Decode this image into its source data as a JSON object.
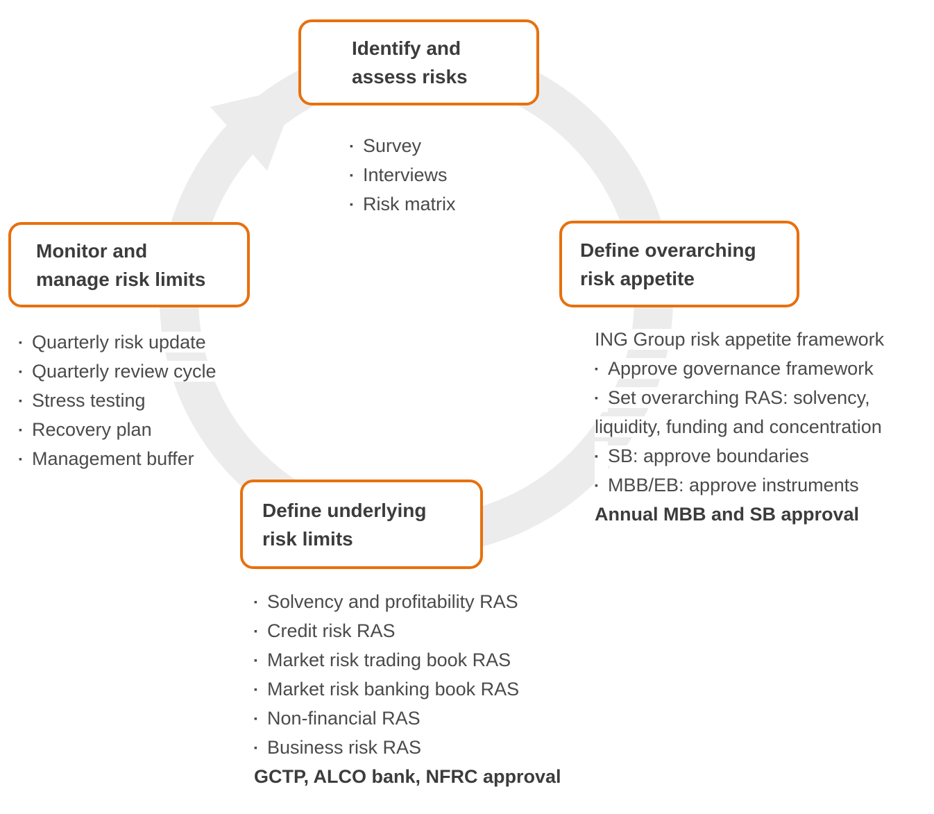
{
  "colors": {
    "accent": "#e7700e",
    "title": "#3c3c3c",
    "body": "#4a4a4a",
    "ring": "#ececec",
    "box_bg": "#ffffff"
  },
  "bullet_char": "▪",
  "sections": {
    "identify": {
      "title_lines": [
        "Identify and",
        "assess risks"
      ],
      "items": [
        {
          "text": "Survey",
          "bullet": true
        },
        {
          "text": "Interviews",
          "bullet": true
        },
        {
          "text": "Risk matrix",
          "bullet": true
        }
      ]
    },
    "overarching": {
      "title_lines": [
        "Define overarching",
        "risk appetite"
      ],
      "items": [
        {
          "text": "ING Group risk appetite framework",
          "bullet": false
        },
        {
          "text": "Approve governance framework",
          "bullet": true
        },
        {
          "text": "Set overarching RAS: solvency,",
          "bullet": true
        },
        {
          "text": "liquidity, funding and concentration",
          "bullet": false
        },
        {
          "text": "SB: approve boundaries",
          "bullet": true
        },
        {
          "text": "MBB/EB: approve instruments",
          "bullet": true
        },
        {
          "text": "Annual MBB and SB approval",
          "bullet": false,
          "bold": true
        }
      ]
    },
    "underlying": {
      "title_lines": [
        "Define underlying",
        "risk limits"
      ],
      "items": [
        {
          "text": "Solvency and profitability RAS",
          "bullet": true
        },
        {
          "text": "Credit risk RAS",
          "bullet": true
        },
        {
          "text": "Market risk trading book RAS",
          "bullet": true
        },
        {
          "text": "Market risk banking book RAS",
          "bullet": true
        },
        {
          "text": "Non-financial RAS",
          "bullet": true
        },
        {
          "text": "Business risk RAS",
          "bullet": true
        },
        {
          "text": "GCTP, ALCO bank, NFRC approval",
          "bullet": false,
          "bold": true
        }
      ]
    },
    "monitor": {
      "title_lines": [
        "Monitor and",
        "manage risk limits"
      ],
      "items": [
        {
          "text": "Quarterly risk update",
          "bullet": true
        },
        {
          "text": "Quarterly review cycle",
          "bullet": true
        },
        {
          "text": "Stress testing",
          "bullet": true
        },
        {
          "text": "Recovery plan",
          "bullet": true
        },
        {
          "text": "Management buffer",
          "bullet": true
        }
      ]
    }
  }
}
